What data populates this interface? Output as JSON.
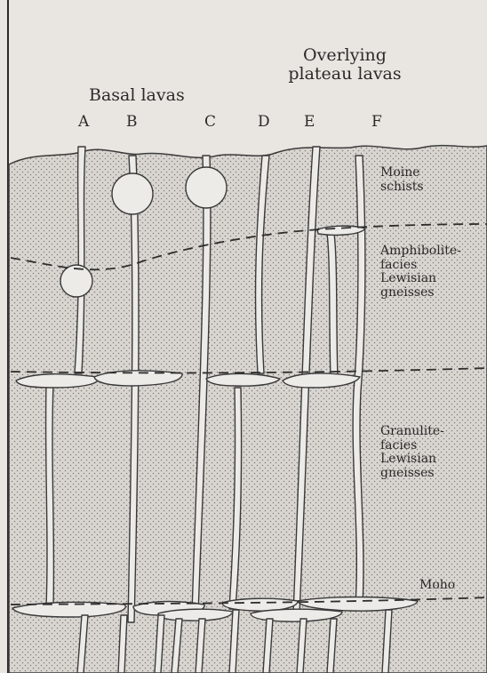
{
  "headings": {
    "basal": "Basal lavas",
    "overlying_1": "Overlying",
    "overlying_2": "plateau lavas"
  },
  "columns": [
    "A",
    "B",
    "C",
    "D",
    "E",
    "F"
  ],
  "zones": {
    "moine_1": "Moine",
    "moine_2": "schists",
    "amph_1": "Amphibolite-",
    "amph_2": "facies",
    "amph_3": "Lewisian",
    "amph_4": "gneisses",
    "gran_1": "Granulite-",
    "gran_2": "facies",
    "gran_3": "Lewisian",
    "gran_4": "gneisses",
    "moho": "Moho"
  },
  "colors": {
    "background": "#e9e6e1",
    "rock_stipple": "#d6d3ce",
    "dot": "#7d7a76",
    "dike_fill": "#ecebe8",
    "line": "#3a3a3a"
  }
}
